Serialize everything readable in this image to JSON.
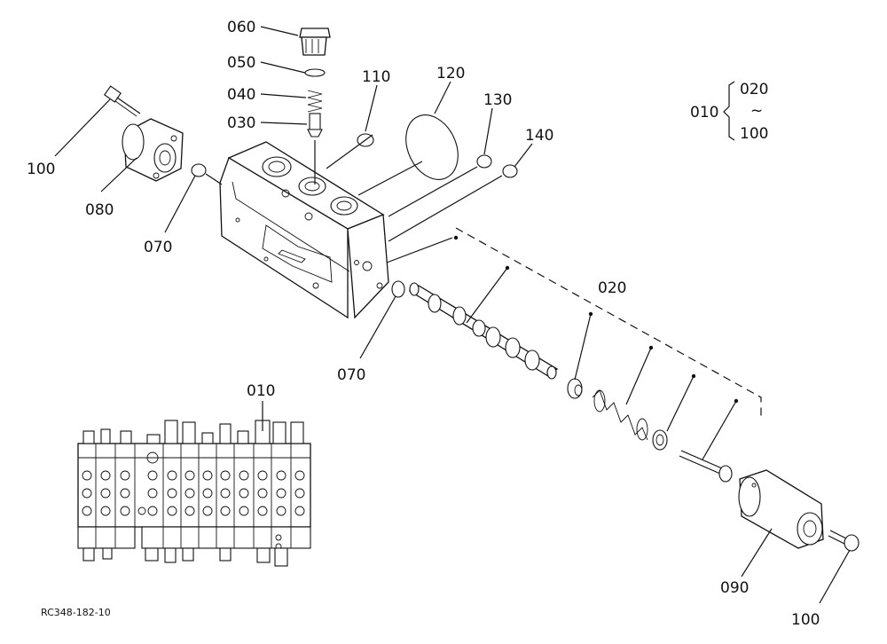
{
  "labels": {
    "p060": "060",
    "p050": "050",
    "p040": "040",
    "p030": "030",
    "p110": "110",
    "p120": "120",
    "p130": "130",
    "p140": "140",
    "p100_top": "100",
    "p080": "080",
    "p070_top": "070",
    "p070_mid": "070",
    "p020": "020",
    "p010_assembly": "010",
    "p090": "090",
    "p100_bottom": "100"
  },
  "legend": {
    "parent": "010",
    "range_start": "020",
    "range_sep": "~",
    "range_end": "100"
  },
  "drawing_code": "RC348-182-10"
}
